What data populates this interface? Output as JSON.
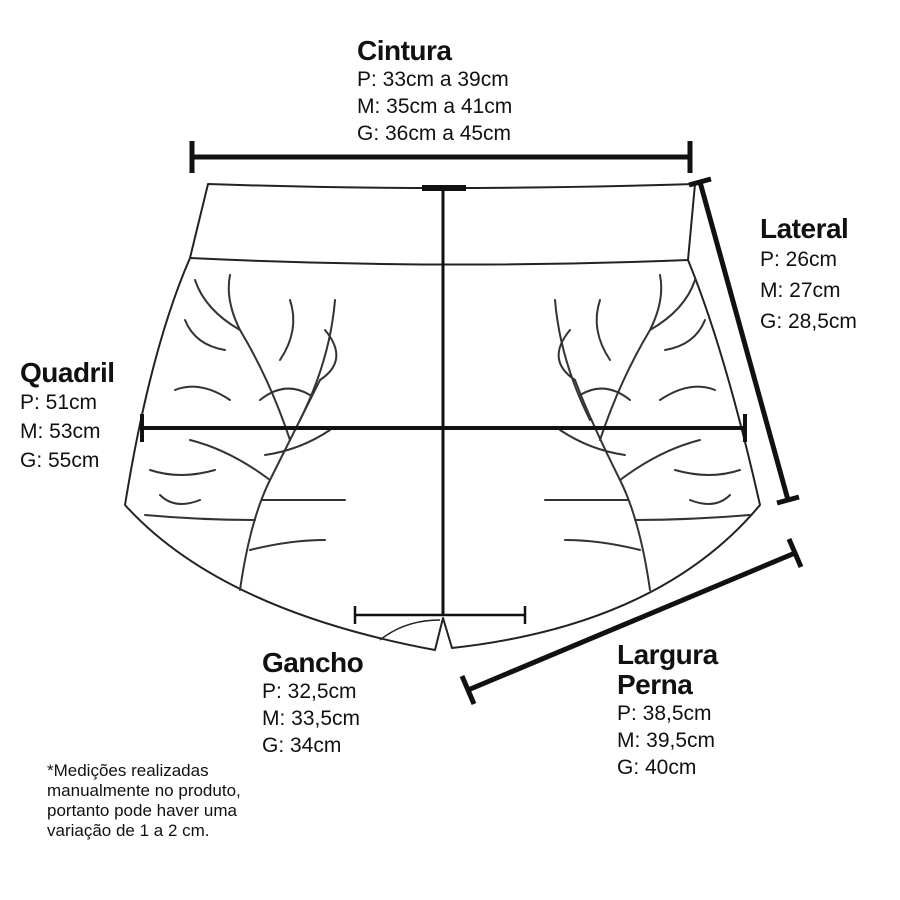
{
  "measurements": {
    "cintura": {
      "title": "Cintura",
      "lines": [
        "P: 33cm a 39cm",
        "M: 35cm a 41cm",
        "G: 36cm a 45cm"
      ]
    },
    "lateral": {
      "title": "Lateral",
      "lines": [
        "P: 26cm",
        "M: 27cm",
        "G: 28,5cm"
      ]
    },
    "quadril": {
      "title": "Quadril",
      "lines": [
        "P: 51cm",
        "M: 53cm",
        "G: 55cm"
      ]
    },
    "gancho": {
      "title": "Gancho",
      "lines": [
        "P: 32,5cm",
        "M: 33,5cm",
        "G: 34cm"
      ]
    },
    "largura_perna": {
      "title_lines": [
        "Largura",
        "Perna"
      ],
      "lines": [
        "P: 38,5cm",
        "M: 39,5cm",
        "G: 40cm"
      ]
    }
  },
  "note": {
    "lines": [
      "*Medições realizadas",
      "manualmente no produto,",
      "portanto pode haver uma",
      "variação de 1 a 2 cm."
    ]
  },
  "colors": {
    "ink": "#111111",
    "background": "#ffffff"
  }
}
